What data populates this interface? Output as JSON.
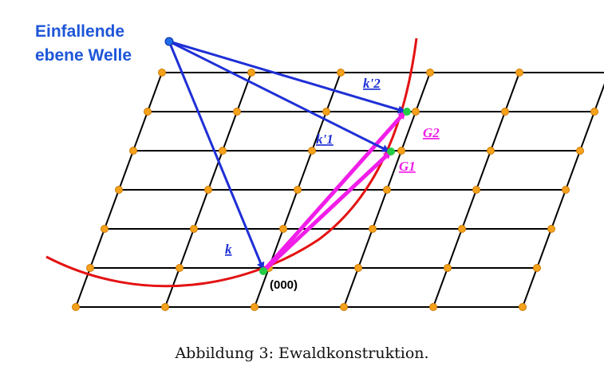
{
  "figure": {
    "caption": "Abbildung 3: Ewaldkonstruktion.",
    "labels": {
      "incident_line1": "Einfallende",
      "incident_line2": "ebene Welle",
      "k": "k",
      "k1": "k'1",
      "k2": "k'2",
      "g1": "G1",
      "g2": "G2",
      "origin": "(000)"
    },
    "colors": {
      "lattice_lines": "#000000",
      "lattice_points": "#f4a21c",
      "ewald_circle": "#e41212",
      "wave_vectors": "#1f2fd6",
      "reciprocal_vectors": "#f01ee8",
      "text_blue": "#1d56d8",
      "highlight_points": "#22cc44"
    }
  }
}
